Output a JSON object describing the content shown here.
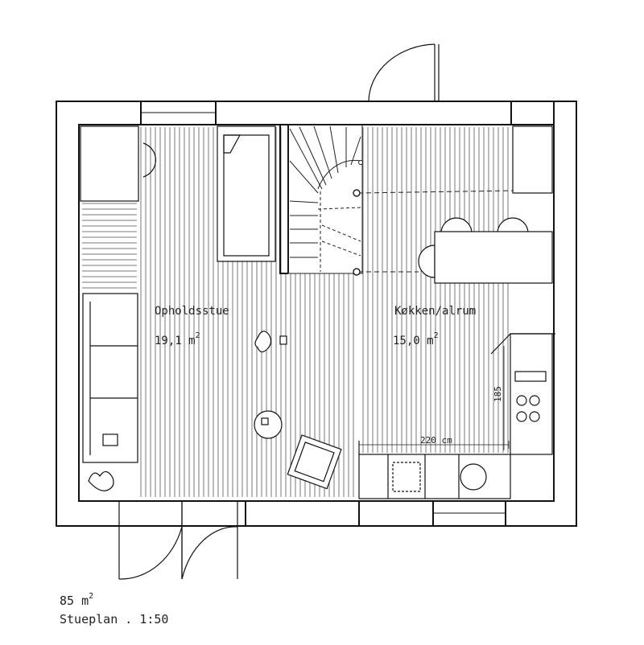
{
  "rooms": {
    "living": {
      "name": "Opholdsstue",
      "area_value": "19,1 m",
      "area_exp": "2"
    },
    "kitchen": {
      "name": "Køkken/alrum",
      "area_value": "15,0 m",
      "area_exp": "2"
    }
  },
  "dimensions": {
    "counter_length": "220 cm",
    "counter_depth": "185"
  },
  "caption": {
    "total_area_value": "85 m",
    "total_area_exp": "2",
    "plan_name": "Stueplan . 1:50"
  }
}
